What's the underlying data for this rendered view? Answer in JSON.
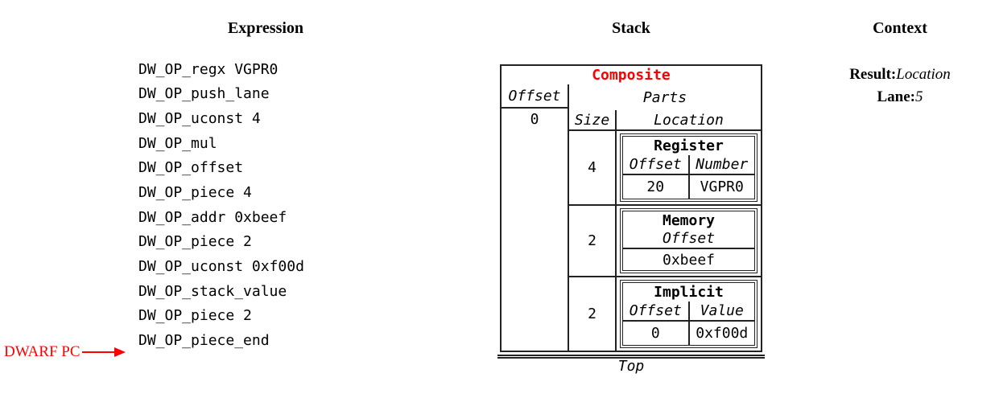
{
  "colors": {
    "accent_red": "#ff0000",
    "text": "#000000",
    "border": "#222222",
    "background": "#ffffff"
  },
  "columns": {
    "expression": {
      "title": "Expression",
      "operations": [
        "DW_OP_regx VGPR0",
        "DW_OP_push_lane",
        "DW_OP_uconst 4",
        "DW_OP_mul",
        "DW_OP_offset",
        "DW_OP_piece 4",
        "DW_OP_addr 0xbeef",
        "DW_OP_piece 2",
        "DW_OP_uconst 0xf00d",
        "DW_OP_stack_value",
        "DW_OP_piece 2",
        "DW_OP_piece_end"
      ],
      "pc_label": "DWARF PC"
    },
    "stack": {
      "title": "Stack",
      "composite": {
        "title": "Composite",
        "offset_header": "Offset",
        "offset_value": "0",
        "parts_header": "Parts",
        "size_header": "Size",
        "location_header": "Location",
        "parts": [
          {
            "size": "4",
            "location": {
              "type": "Register",
              "col1_header": "Offset",
              "col2_header": "Number",
              "col1_value": "20",
              "col2_value": "VGPR0"
            }
          },
          {
            "size": "2",
            "location": {
              "type": "Memory",
              "col1_header": "Offset",
              "col1_value": "0xbeef"
            }
          },
          {
            "size": "2",
            "location": {
              "type": "Implicit",
              "col1_header": "Offset",
              "col2_header": "Value",
              "col1_value": "0",
              "col2_value": "0xf00d"
            }
          }
        ]
      },
      "top_label": "Top"
    },
    "context": {
      "title": "Context",
      "result_label": "Result:",
      "result_value": "Location",
      "lane_label": "Lane:",
      "lane_value": "5"
    }
  }
}
